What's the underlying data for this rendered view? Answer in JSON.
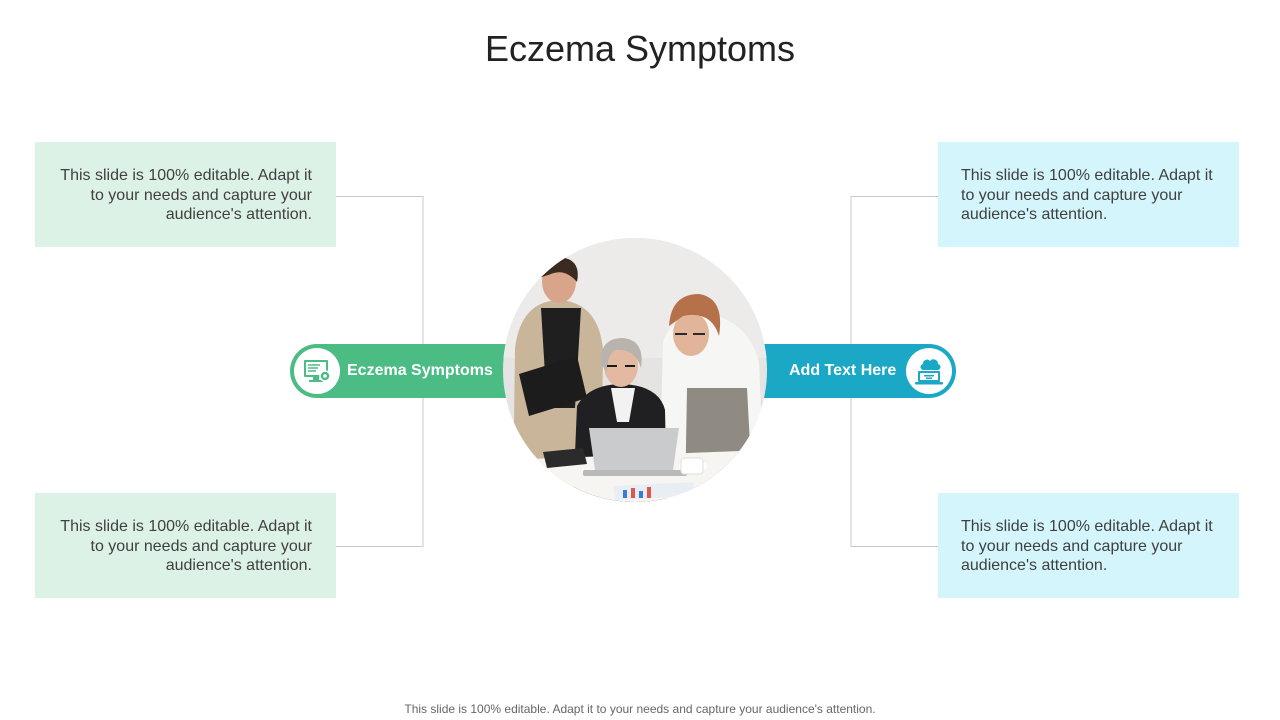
{
  "slide": {
    "title": "Eczema Symptoms",
    "footer": "This slide is 100% editable. Adapt it to your needs and capture your audience's attention."
  },
  "left_pill": {
    "label": "Eczema Symptoms",
    "icon": "monitor-gear-icon",
    "color": "#4cbc85"
  },
  "right_pill": {
    "label": "Add  Text Here",
    "icon": "cloud-laptop-icon",
    "color": "#1aa8c6"
  },
  "boxes": {
    "top_left": {
      "lines": [
        "This slide is 100% editable. Adapt it",
        "to your needs and capture your",
        "audience's attention."
      ]
    },
    "bottom_left": {
      "lines": [
        "This slide is 100% editable. Adapt it",
        "to your needs and capture your",
        "audience's attention."
      ]
    },
    "top_right": {
      "lines": [
        "This slide is 100% editable. Adapt it",
        "to your needs and capture your",
        "audience's attention."
      ]
    },
    "bottom_right": {
      "lines": [
        "This slide is 100% editable. Adapt it",
        "to your needs and capture your",
        "audience's attention."
      ]
    }
  },
  "colors": {
    "left_box_bg": "#ddf2e6",
    "right_box_bg": "#d3f5fb",
    "connector": "#c8c8c8"
  }
}
